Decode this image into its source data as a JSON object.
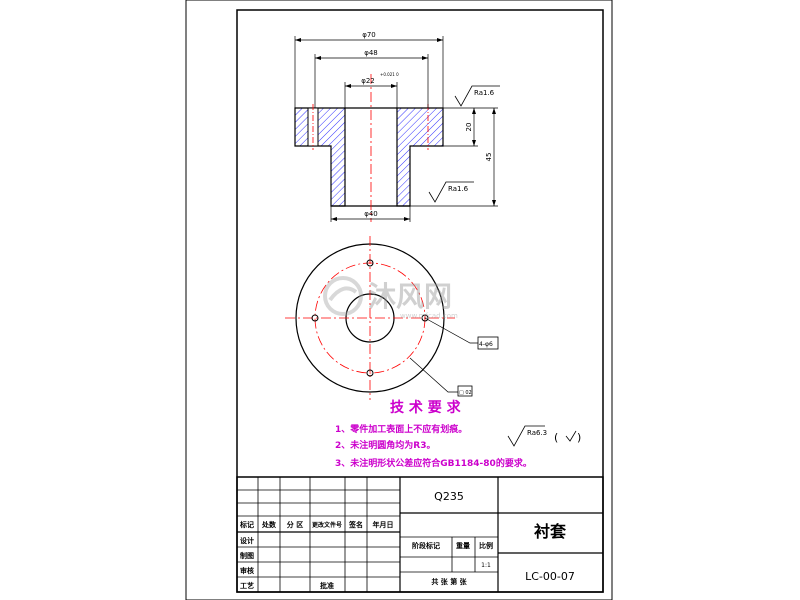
{
  "drawing": {
    "dims": {
      "outer_dia": "φ70",
      "mid_dia": "φ48",
      "bore_dia": "φ22",
      "bore_tol": "+0.021 0",
      "hub_dia": "φ40",
      "flange_height": "20",
      "total_height": "45"
    },
    "roughness": {
      "top": "Ra1.6",
      "mid": "Ra1.6",
      "note": "Ra6.3",
      "note_paren_open": "(",
      "note_paren_close": ")"
    },
    "gdt": {
      "position": "4-φ6",
      "surface": "□ 02"
    }
  },
  "watermark": {
    "text": "沐风网",
    "url": "www.mfcad.com"
  },
  "requirements": {
    "title": "技 术 要 求",
    "items": [
      "1、零件加工表面上不应有划痕。",
      "2、未注明圆角均为R3。",
      "3、未注明形状公差应符合GB1184-80的要求。"
    ]
  },
  "title_block": {
    "headers": [
      "标记",
      "处数",
      "分 区",
      "更改文件号",
      "签名",
      "年月日"
    ],
    "roles": [
      "设计",
      "制图",
      "审核",
      "工艺"
    ],
    "approve": "批准",
    "material": "Q235",
    "stage_mark": "阶段标记",
    "weight": "重量",
    "scale_label": "比例",
    "scale_value": "1:1",
    "sheets": "共  张    第  张",
    "part_name": "衬套",
    "part_code": "LC-00-07"
  }
}
